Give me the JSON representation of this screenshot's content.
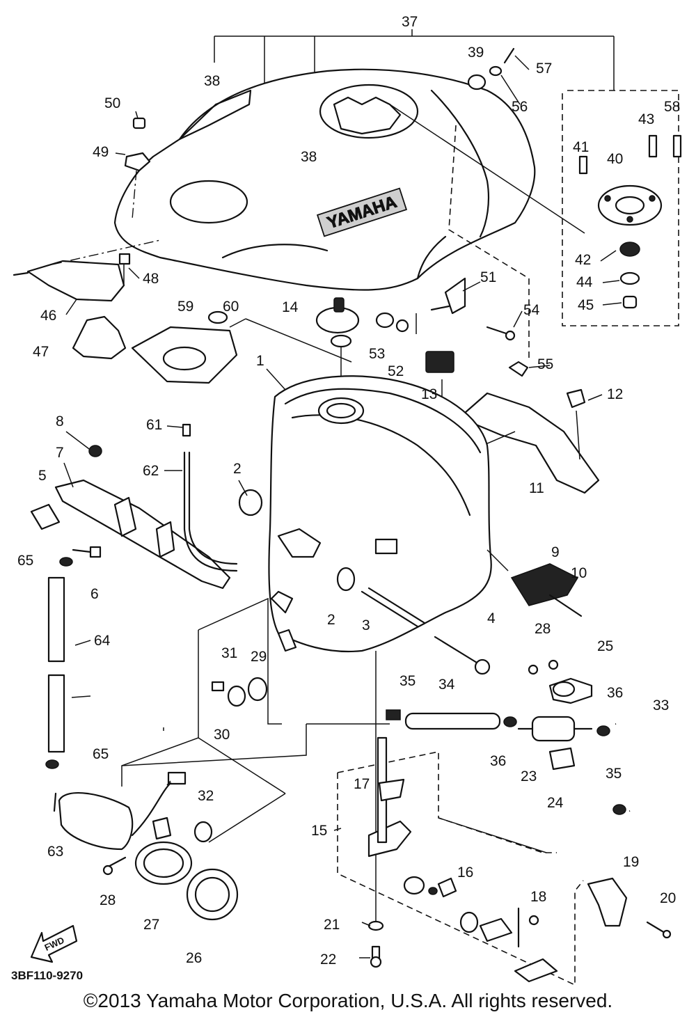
{
  "diagram_code": "3BF110-9270",
  "copyright": "©2013 Yamaha Motor Corporation, U.S.A. All rights reserved.",
  "emblem_text": "YAMAHA",
  "fwd_text": "FWD",
  "part_numbers": [
    "1",
    "2",
    "2",
    "3",
    "4",
    "5",
    "6",
    "7",
    "8",
    "9",
    "10",
    "11",
    "12",
    "13",
    "14",
    "15",
    "16",
    "17",
    "18",
    "19",
    "20",
    "21",
    "22",
    "23",
    "24",
    "25",
    "26",
    "27",
    "28",
    "28",
    "29",
    "30",
    "31",
    "32",
    "33",
    "34",
    "35",
    "35",
    "36",
    "36",
    "37",
    "38",
    "38",
    "39",
    "40",
    "41",
    "42",
    "43",
    "44",
    "45",
    "46",
    "47",
    "48",
    "49",
    "50",
    "51",
    "52",
    "53",
    "54",
    "55",
    "56",
    "57",
    "58",
    "59",
    "60",
    "61",
    "62",
    "63",
    "64",
    "65",
    "65"
  ]
}
